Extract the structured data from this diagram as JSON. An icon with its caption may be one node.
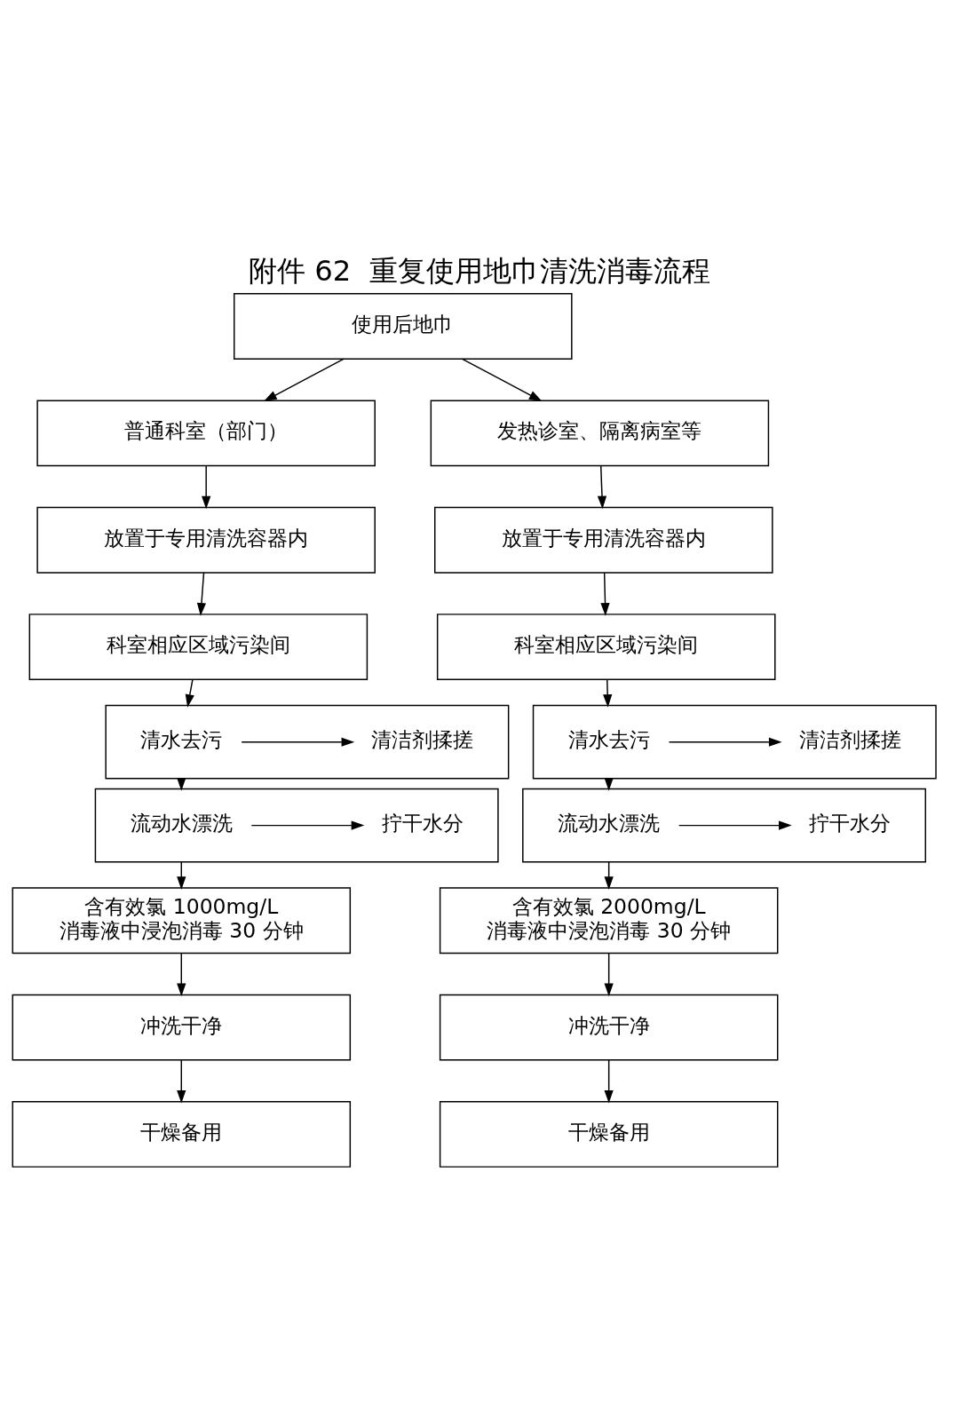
{
  "diagram": {
    "title": "附件 62  重复使用地巾清洗消毒流程",
    "nodes": [
      {
        "text": [
          "使用后地巾"
        ]
      },
      {
        "text": [
          "普通科室（部门）"
        ]
      },
      {
        "text": [
          "发热诊室、隔离病室等"
        ]
      },
      {
        "text": [
          "放置于专用清洗容器内"
        ]
      },
      {
        "text": [
          "放置于专用清洗容器内"
        ]
      },
      {
        "text": [
          "科室相应区域污染间"
        ]
      },
      {
        "text": [
          "科室相应区域污染间"
        ]
      },
      {
        "text": [],
        "shape": "box"
      },
      {
        "text": [
          "清水去污"
        ],
        "in": 7
      },
      {
        "text": [
          "清洁剂揉搓"
        ],
        "in": 7
      },
      {
        "text": [],
        "shape": "box"
      },
      {
        "text": [
          "清水去污"
        ],
        "in": 10
      },
      {
        "text": [
          "清洁剂揉搓"
        ],
        "in": 10
      },
      {
        "text": [],
        "shape": "box"
      },
      {
        "text": [
          "流动水漂洗"
        ],
        "in": 13
      },
      {
        "text": [
          "拧干水分"
        ],
        "in": 13
      },
      {
        "text": [],
        "shape": "box"
      },
      {
        "text": [
          "流动水漂洗"
        ],
        "in": 16
      },
      {
        "text": [
          "拧干水分"
        ],
        "in": 16
      },
      {
        "text": [
          "含有效氯 1000mg/L 消毒液中浸泡消毒 30 分钟"
        ]
      },
      {
        "text": [
          "含有效氯 2000mg/L 消毒液中浸泡消毒 30 分钟"
        ]
      },
      {
        "text": [
          "冲洗干净"
        ]
      },
      {
        "text": [
          "冲洗干净"
        ]
      },
      {
        "text": [
          "干燥备用"
        ]
      },
      {
        "text": [
          "干燥备用"
        ]
      }
    ],
    "edges": [
      {
        "from": 0,
        "to": 1,
        "arrow": "to"
      },
      {
        "from": 0,
        "to": 2,
        "arrow": "to"
      },
      {
        "from": 1,
        "to": 3,
        "arrow": "to"
      },
      {
        "from": 2,
        "to": 4,
        "arrow": "to"
      },
      {
        "from": 3,
        "to": 5,
        "arrow": "to"
      },
      {
        "from": 4,
        "to": 6,
        "arrow": "to"
      },
      {
        "from": 5,
        "to": 7,
        "arrow": "to"
      },
      {
        "from": 6,
        "to": 10,
        "arrow": "to"
      },
      {
        "from": 8,
        "to": 9,
        "arrow": "to"
      },
      {
        "from": 11,
        "to": 12,
        "arrow": "to"
      },
      {
        "from": 7,
        "to": 13,
        "arrow": "to"
      },
      {
        "from": 10,
        "to": 16,
        "arrow": "to"
      },
      {
        "from": 14,
        "to": 15,
        "arrow": "to"
      },
      {
        "from": 17,
        "to": 18,
        "arrow": "to"
      },
      {
        "from": 13,
        "to": 19,
        "arrow": "to"
      },
      {
        "from": 16,
        "to": 20,
        "arrow": "to"
      },
      {
        "from": 19,
        "to": 21,
        "arrow": "to"
      },
      {
        "from": 20,
        "to": 22,
        "arrow": "to"
      },
      {
        "from": 21,
        "to": 23,
        "arrow": "to"
      },
      {
        "from": 22,
        "to": 24,
        "arrow": "to"
      }
    ]
  }
}
